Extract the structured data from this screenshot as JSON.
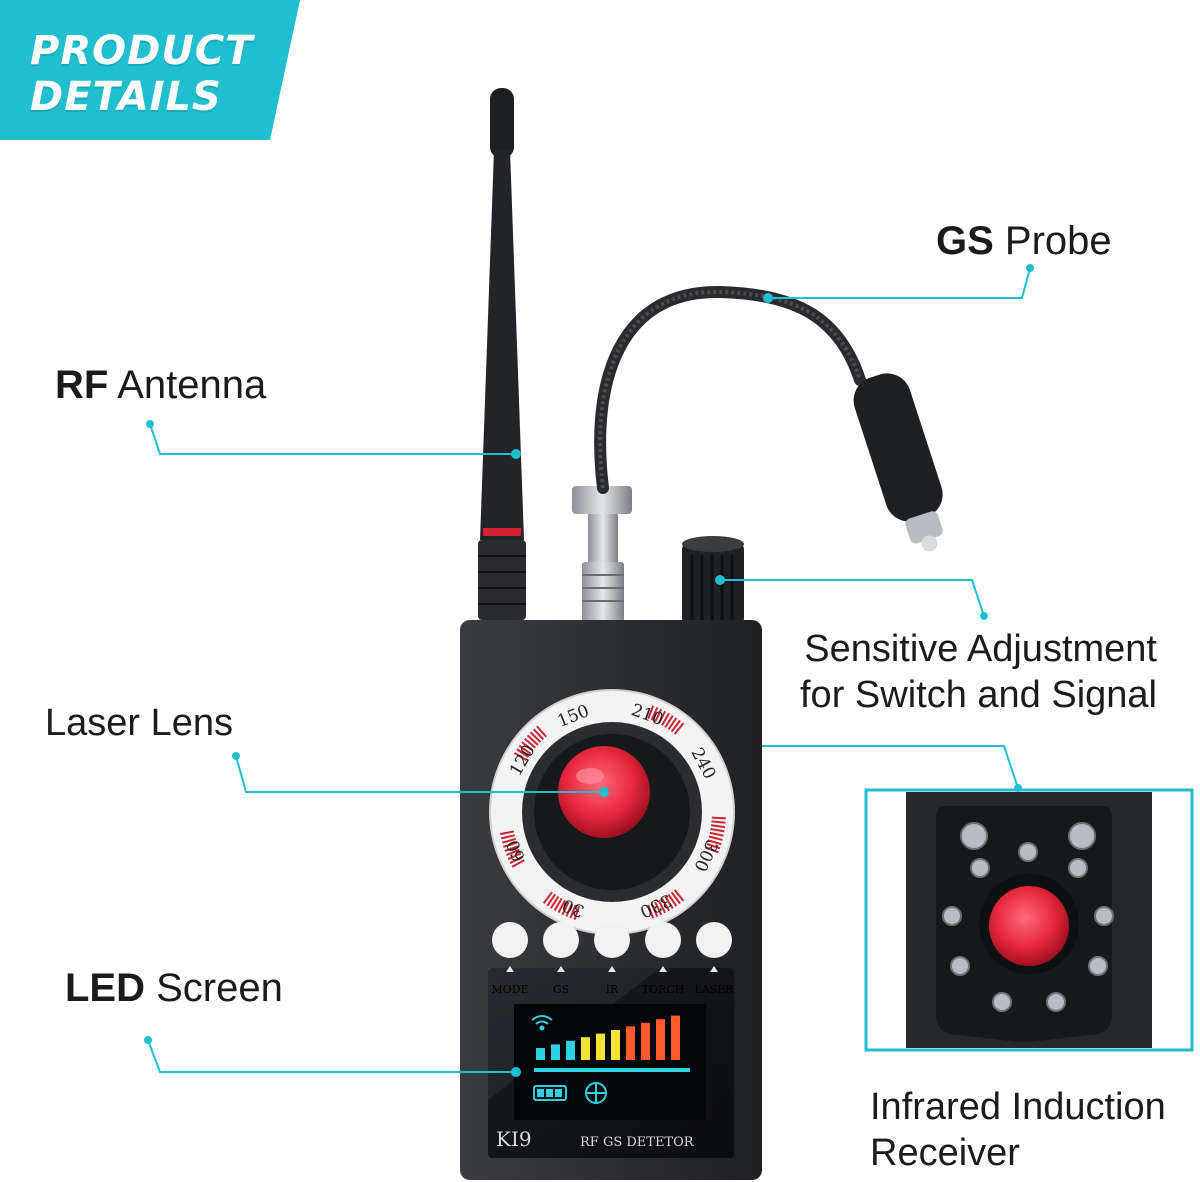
{
  "banner": {
    "line1": "PRODUCT",
    "line2": "DETAILS",
    "color": "#1fbfd0"
  },
  "callouts": {
    "gs_probe": {
      "bold": "GS",
      "text": "Probe"
    },
    "rf_antenna": {
      "bold": "RF",
      "text": "Antenna"
    },
    "sensitive": {
      "line1": "Sensitive Adjustment",
      "line2": "for Switch and Signal"
    },
    "laser_lens": {
      "text": "Laser Lens"
    },
    "led_screen": {
      "bold": "LED",
      "text": "Screen"
    },
    "infrared": {
      "line1": "Infrared Induction",
      "line2": "Receiver"
    }
  },
  "dial": {
    "numbers": [
      "150",
      "210",
      "240",
      "120",
      "300",
      "60",
      "30",
      "330"
    ]
  },
  "buttons": [
    "MODE",
    "GS",
    "IR",
    "TORCH",
    "LASER"
  ],
  "screen": {
    "model": "KI9",
    "caption": "RF GS DETETOR"
  },
  "colors": {
    "accent": "#1fbfd0",
    "body": "#2b2d30",
    "lens": "#e8283c"
  }
}
